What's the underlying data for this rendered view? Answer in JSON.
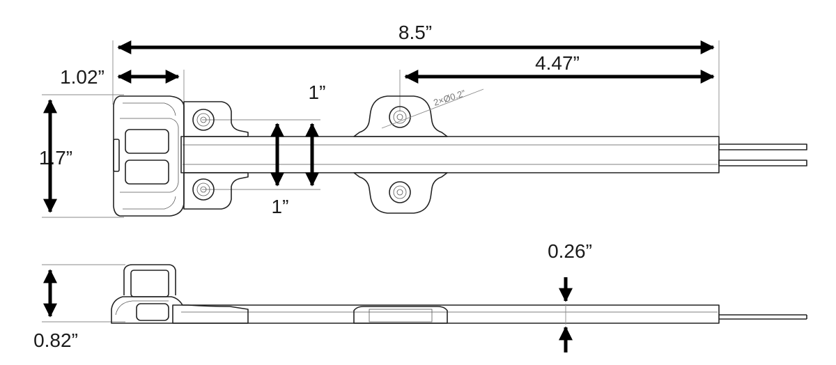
{
  "dimensions": {
    "overall_length": "8.5”",
    "hole_spacing_length": "4.47”",
    "end_cap_length": "1.02”",
    "height": "1.7”",
    "gap_top": "1”",
    "gap_bottom": "1”",
    "hole_callout": "2×Ø0.2”",
    "side_height": "0.82”",
    "strip_thickness": "0.26”"
  }
}
